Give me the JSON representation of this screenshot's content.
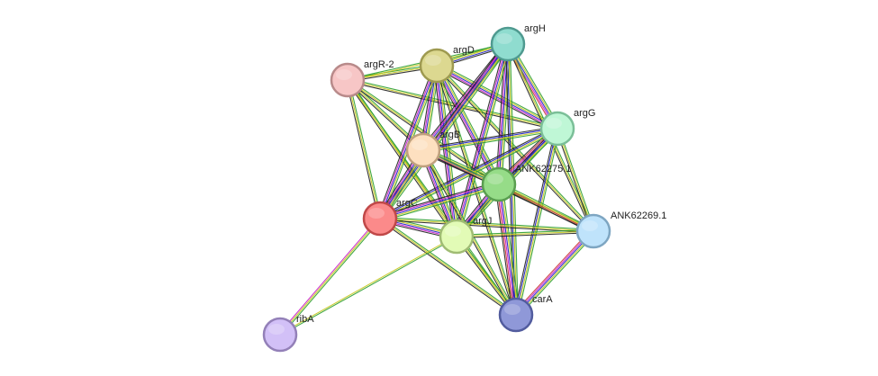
{
  "network": {
    "nodes": [
      {
        "id": "argR-2",
        "label": "argR-2",
        "color": "#f7c6c6",
        "stroke": "#b88a8a"
      },
      {
        "id": "argD",
        "label": "argD",
        "color": "#dcd890",
        "stroke": "#9e9a50"
      },
      {
        "id": "argH",
        "label": "argH",
        "color": "#8fdccf",
        "stroke": "#4f9a90"
      },
      {
        "id": "argG",
        "label": "argG",
        "color": "#bff7d6",
        "stroke": "#7bbf98"
      },
      {
        "id": "argB",
        "label": "argB",
        "color": "#fde0c0",
        "stroke": "#bfa07e"
      },
      {
        "id": "ANK62275.1",
        "label": "ANK62275.1",
        "color": "#96dc88",
        "stroke": "#5a9e50"
      },
      {
        "id": "argC",
        "label": "argC",
        "color": "#fb8a8a",
        "stroke": "#c04848"
      },
      {
        "id": "argJ",
        "label": "argJ",
        "color": "#e2fbb6",
        "stroke": "#a0bc74"
      },
      {
        "id": "ANK62269.1",
        "label": "ANK62269.1",
        "color": "#bfe3fb",
        "stroke": "#7ea6c2"
      },
      {
        "id": "carA",
        "label": "carA",
        "color": "#8f98d8",
        "stroke": "#525c9e"
      },
      {
        "id": "ribA",
        "label": "ribA",
        "color": "#d2c0f7",
        "stroke": "#9380b8"
      }
    ],
    "edge_colors": [
      "#2f9e2f",
      "#c8c81e",
      "#1e1ec8",
      "#c81ec8",
      "#c83232",
      "#1ec8c8",
      "#222222"
    ],
    "edges": [
      {
        "a": "argR-2",
        "b": "argD",
        "c": [
          0,
          1,
          6
        ]
      },
      {
        "a": "argR-2",
        "b": "argH",
        "c": [
          0,
          1
        ]
      },
      {
        "a": "argR-2",
        "b": "argG",
        "c": [
          0,
          1,
          6
        ]
      },
      {
        "a": "argR-2",
        "b": "argB",
        "c": [
          0,
          1,
          6
        ]
      },
      {
        "a": "argR-2",
        "b": "ANK62275.1",
        "c": [
          0,
          1,
          6
        ]
      },
      {
        "a": "argR-2",
        "b": "argC",
        "c": [
          0,
          1,
          6
        ]
      },
      {
        "a": "argR-2",
        "b": "argJ",
        "c": [
          0,
          1,
          6
        ]
      },
      {
        "a": "argR-2",
        "b": "carA",
        "c": [
          0,
          1
        ]
      },
      {
        "a": "argD",
        "b": "argH",
        "c": [
          0,
          1,
          2,
          6
        ]
      },
      {
        "a": "argD",
        "b": "argG",
        "c": [
          0,
          1,
          2,
          3,
          6
        ]
      },
      {
        "a": "argD",
        "b": "argB",
        "c": [
          0,
          1,
          2,
          3,
          6
        ]
      },
      {
        "a": "argD",
        "b": "ANK62275.1",
        "c": [
          0,
          1,
          2,
          3,
          6
        ]
      },
      {
        "a": "argD",
        "b": "argC",
        "c": [
          0,
          1,
          2,
          3,
          6
        ]
      },
      {
        "a": "argD",
        "b": "argJ",
        "c": [
          0,
          1,
          2,
          3,
          6
        ]
      },
      {
        "a": "argD",
        "b": "ANK62269.1",
        "c": [
          0,
          1,
          6
        ]
      },
      {
        "a": "argD",
        "b": "carA",
        "c": [
          0,
          1,
          6
        ]
      },
      {
        "a": "argH",
        "b": "argG",
        "c": [
          0,
          1,
          2,
          3,
          4
        ]
      },
      {
        "a": "argH",
        "b": "argB",
        "c": [
          0,
          1,
          2,
          3,
          6
        ]
      },
      {
        "a": "argH",
        "b": "ANK62275.1",
        "c": [
          0,
          1,
          2,
          3,
          6
        ]
      },
      {
        "a": "argH",
        "b": "argC",
        "c": [
          0,
          1,
          2,
          3,
          6
        ]
      },
      {
        "a": "argH",
        "b": "argJ",
        "c": [
          0,
          1,
          2,
          3,
          6
        ]
      },
      {
        "a": "argH",
        "b": "ANK62269.1",
        "c": [
          0,
          1,
          6
        ]
      },
      {
        "a": "argH",
        "b": "carA",
        "c": [
          0,
          1,
          2,
          6
        ]
      },
      {
        "a": "argG",
        "b": "argB",
        "c": [
          0,
          1,
          2,
          6
        ]
      },
      {
        "a": "argG",
        "b": "ANK62275.1",
        "c": [
          0,
          1,
          2,
          3,
          4,
          6
        ]
      },
      {
        "a": "argG",
        "b": "argC",
        "c": [
          0,
          1,
          2,
          6
        ]
      },
      {
        "a": "argG",
        "b": "argJ",
        "c": [
          0,
          1,
          2,
          6
        ]
      },
      {
        "a": "argG",
        "b": "ANK62269.1",
        "c": [
          0,
          1,
          6
        ]
      },
      {
        "a": "argG",
        "b": "carA",
        "c": [
          0,
          1,
          2,
          6
        ]
      },
      {
        "a": "argB",
        "b": "ANK62275.1",
        "c": [
          0,
          1,
          2,
          3,
          6
        ]
      },
      {
        "a": "argB",
        "b": "argC",
        "c": [
          0,
          1,
          2,
          3,
          6
        ]
      },
      {
        "a": "argB",
        "b": "argJ",
        "c": [
          0,
          1,
          2,
          3,
          6
        ]
      },
      {
        "a": "argB",
        "b": "ANK62269.1",
        "c": [
          0,
          1,
          6
        ]
      },
      {
        "a": "argB",
        "b": "carA",
        "c": [
          0,
          1,
          6
        ]
      },
      {
        "a": "ANK62275.1",
        "b": "argC",
        "c": [
          0,
          1,
          2,
          3,
          6
        ]
      },
      {
        "a": "ANK62275.1",
        "b": "argJ",
        "c": [
          0,
          1,
          2,
          3,
          6
        ]
      },
      {
        "a": "ANK62275.1",
        "b": "ANK62269.1",
        "c": [
          0,
          1,
          4,
          6
        ]
      },
      {
        "a": "ANK62275.1",
        "b": "carA",
        "c": [
          0,
          1,
          2,
          3,
          4,
          6
        ]
      },
      {
        "a": "argC",
        "b": "argJ",
        "c": [
          0,
          1,
          2,
          3,
          6
        ]
      },
      {
        "a": "argC",
        "b": "ANK62269.1",
        "c": [
          0,
          1,
          6
        ]
      },
      {
        "a": "argC",
        "b": "carA",
        "c": [
          0,
          1,
          6
        ]
      },
      {
        "a": "argC",
        "b": "ribA",
        "c": [
          0,
          1,
          3
        ]
      },
      {
        "a": "argJ",
        "b": "ANK62269.1",
        "c": [
          0,
          1,
          6
        ]
      },
      {
        "a": "argJ",
        "b": "carA",
        "c": [
          0,
          1,
          6
        ]
      },
      {
        "a": "argJ",
        "b": "ribA",
        "c": [
          0,
          1
        ]
      },
      {
        "a": "ANK62269.1",
        "b": "carA",
        "c": [
          0,
          1,
          2,
          3,
          4
        ]
      }
    ]
  }
}
